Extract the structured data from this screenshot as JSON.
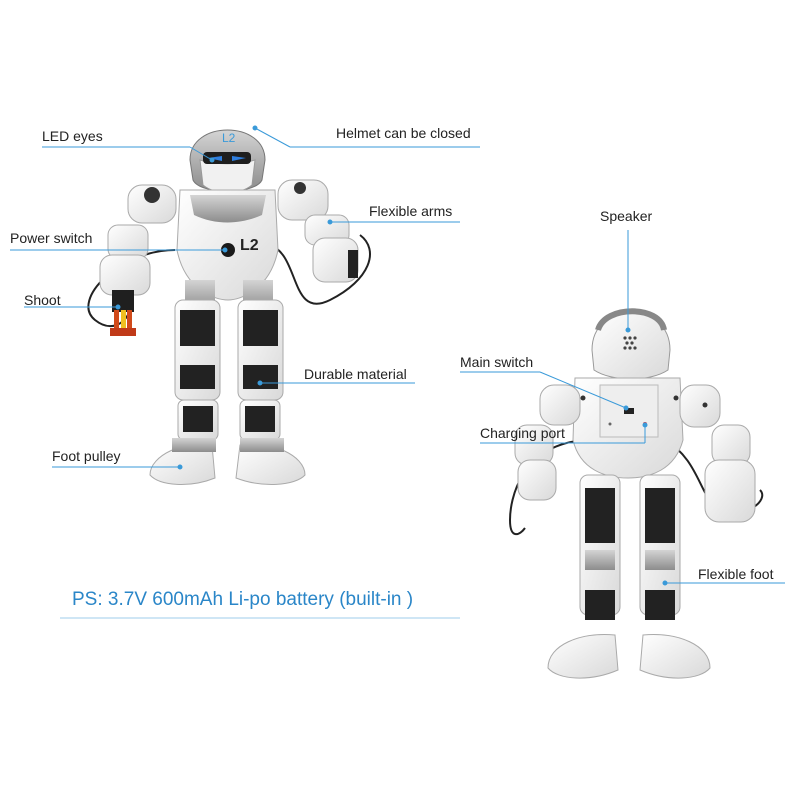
{
  "callouts": {
    "led_eyes": "LED eyes",
    "helmet": "Helmet can be closed",
    "flexible_arms": "Flexible arms",
    "power_switch": "Power switch",
    "shoot": "Shoot",
    "durable_material": "Durable material",
    "foot_pulley": "Foot pulley",
    "speaker": "Speaker",
    "main_switch": "Main switch",
    "charging_port": "Charging port",
    "flexible_foot": "Flexible foot"
  },
  "battery_note": "PS: 3.7V 600mAh Li-po battery (built-in )",
  "chest_logo": "L2",
  "colors": {
    "callout_line": "#3a9ad9",
    "note_text": "#2a86c8",
    "body_white": "#f4f4f4",
    "joint_dark": "#2a2a2a",
    "eye_blue": "#2f7fe0"
  }
}
